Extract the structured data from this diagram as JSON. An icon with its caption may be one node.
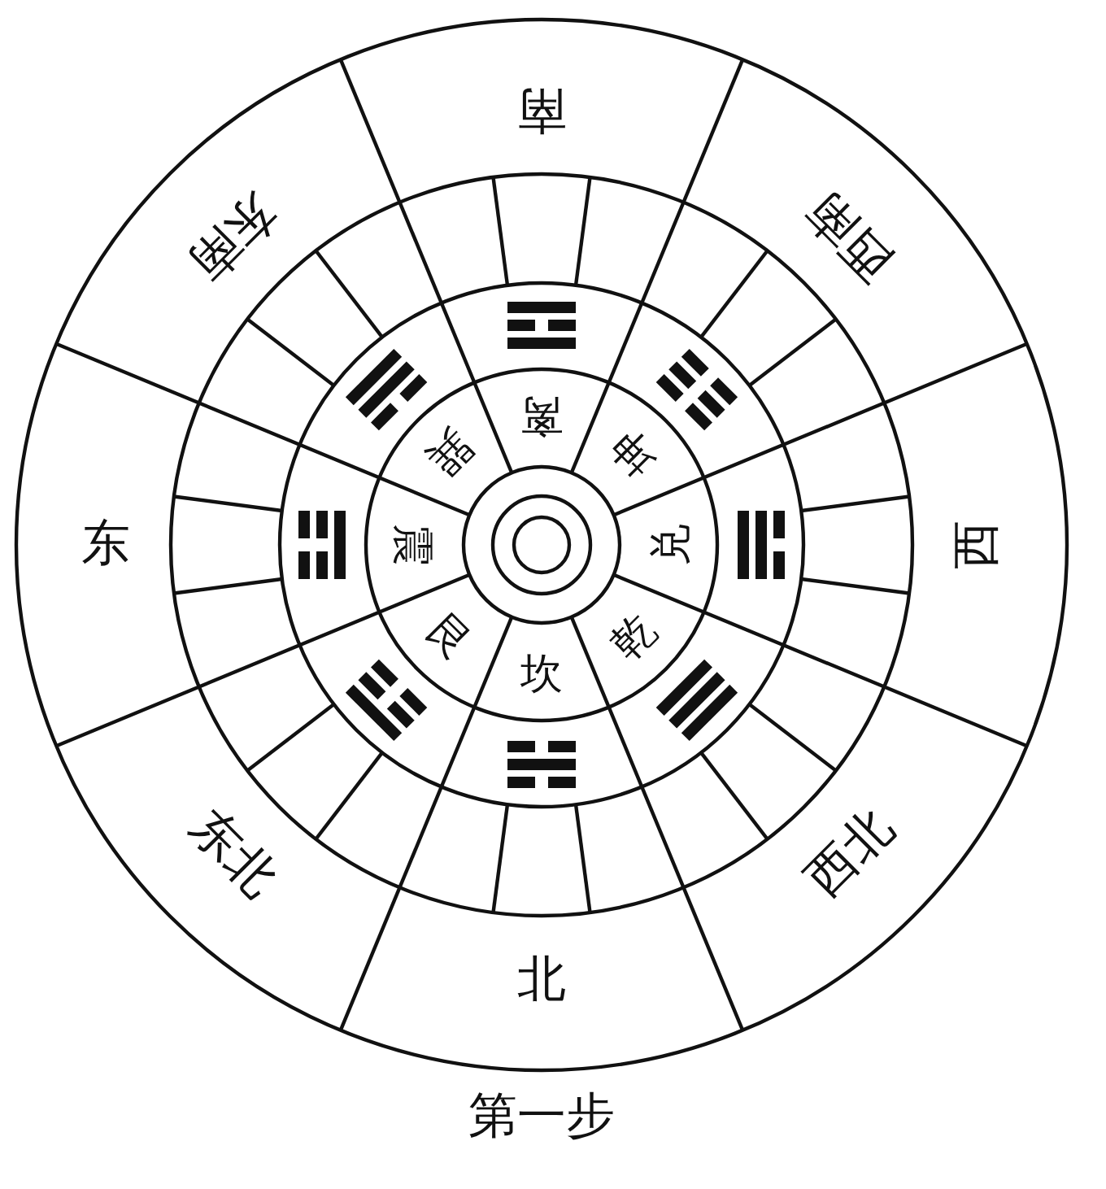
{
  "diagram": {
    "caption": "第一步",
    "labels": [
      "南",
      "东南",
      "西南",
      "巽",
      "离",
      "坤",
      "东",
      "震",
      "兑",
      "西",
      "艮",
      "坎",
      "乾",
      "东北",
      "西北",
      "北"
    ]
  }
}
